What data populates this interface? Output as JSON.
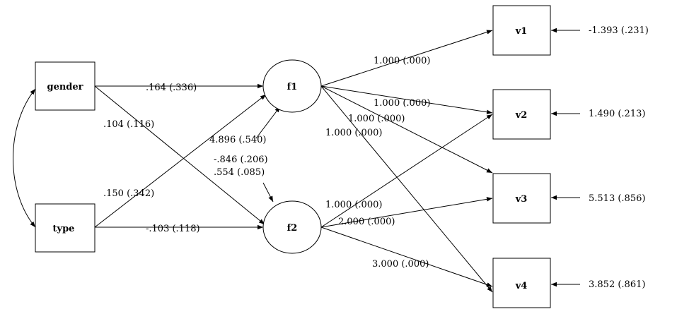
{
  "nodes": {
    "gender": "gender",
    "type": "type",
    "f1": "f1",
    "f2": "f2",
    "v1": "v1",
    "v2": "v2",
    "v3": "v3",
    "v4": "v4"
  },
  "edge_labels": {
    "gender_f1": ".164 (.336)",
    "gender_f2": ".104 (.116)",
    "type_f1": ".150 (.342)",
    "type_f2": "-.103 (.118)",
    "f1_v1": "1.000 (.000)",
    "f1_v2": "1.000 (.000)",
    "f1_v3": "1.000 (.000)",
    "f1_v4": "1.000 (.000)",
    "f2_v2": "1.000 (.000)",
    "f2_v3": "2.000 (.000)",
    "f2_v4": "3.000 (.000)",
    "f1_variance": "4.896 (.540)",
    "f1_f2_covariance": "-.846 (.206)",
    "f2_variance": ".554 (.085)",
    "v1_error": "-1.393 (.231)",
    "v2_error": "1.490 (.213)",
    "v3_error": "5.513 (.856)",
    "v4_error": "3.852 (.861)"
  }
}
